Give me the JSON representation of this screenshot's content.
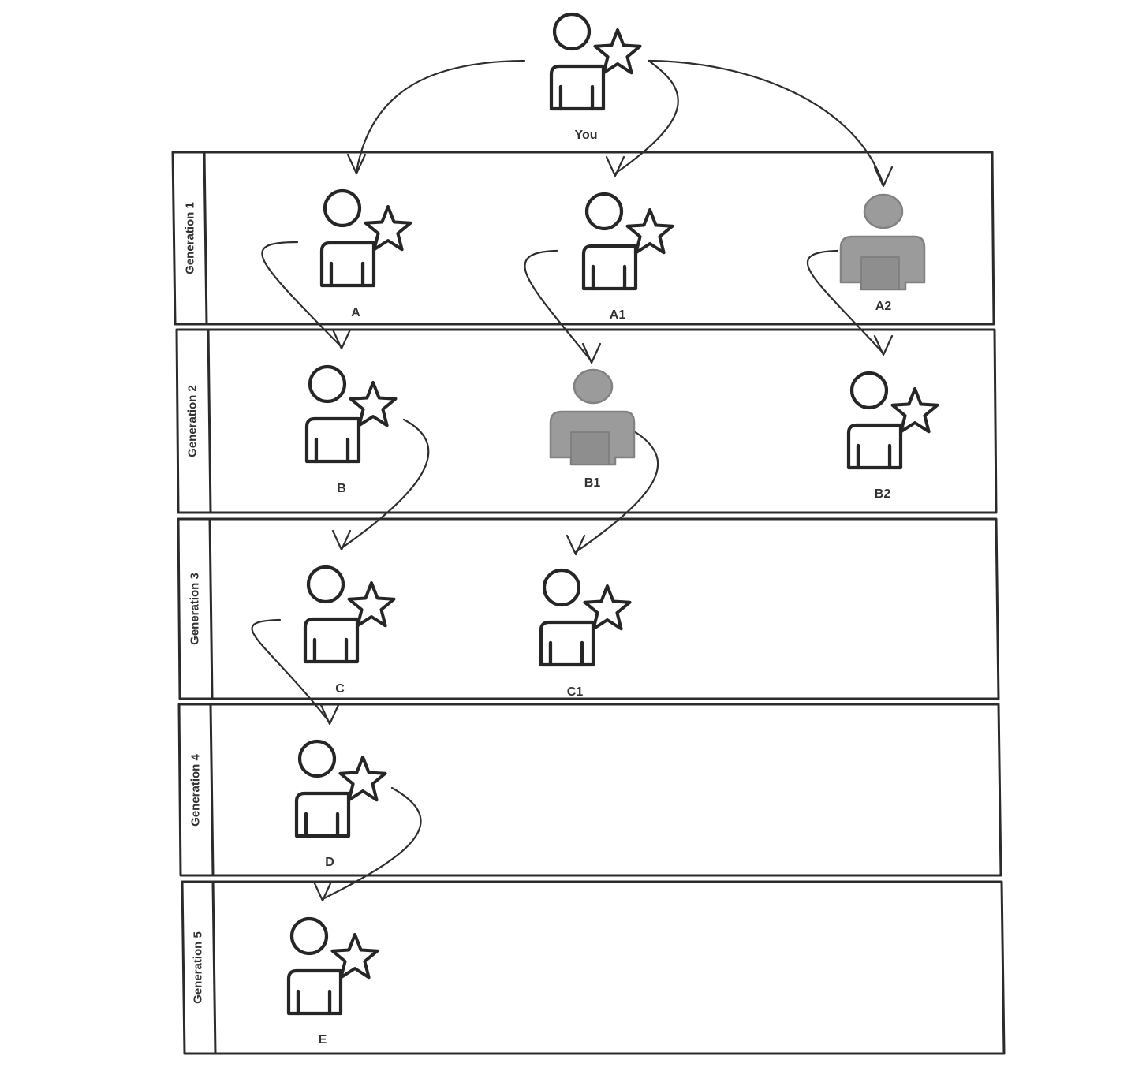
{
  "lanes": [
    {
      "id": "g1",
      "label": "Generation 1"
    },
    {
      "id": "g2",
      "label": "Generation 2"
    },
    {
      "id": "g3",
      "label": "Generation 3"
    },
    {
      "id": "g4",
      "label": "Generation 4"
    },
    {
      "id": "g5",
      "label": "Generation 5"
    }
  ],
  "nodes": [
    {
      "id": "you",
      "label": "You",
      "type": "starred"
    },
    {
      "id": "a",
      "label": "A",
      "type": "starred"
    },
    {
      "id": "a1",
      "label": "A1",
      "type": "starred"
    },
    {
      "id": "a2",
      "label": "A2",
      "type": "grey"
    },
    {
      "id": "b",
      "label": "B",
      "type": "starred"
    },
    {
      "id": "b1",
      "label": "B1",
      "type": "grey"
    },
    {
      "id": "b2",
      "label": "B2",
      "type": "starred"
    },
    {
      "id": "c",
      "label": "C",
      "type": "starred"
    },
    {
      "id": "c1",
      "label": "C1",
      "type": "starred"
    },
    {
      "id": "d",
      "label": "D",
      "type": "starred"
    },
    {
      "id": "e",
      "label": "E",
      "type": "starred"
    }
  ],
  "edges": [
    {
      "from": "you",
      "to": "a"
    },
    {
      "from": "you",
      "to": "a1"
    },
    {
      "from": "you",
      "to": "a2"
    },
    {
      "from": "a",
      "to": "b"
    },
    {
      "from": "a1",
      "to": "b1"
    },
    {
      "from": "a2",
      "to": "b2"
    },
    {
      "from": "b",
      "to": "c"
    },
    {
      "from": "b1",
      "to": "c1"
    },
    {
      "from": "c",
      "to": "d"
    },
    {
      "from": "d",
      "to": "e"
    }
  ]
}
